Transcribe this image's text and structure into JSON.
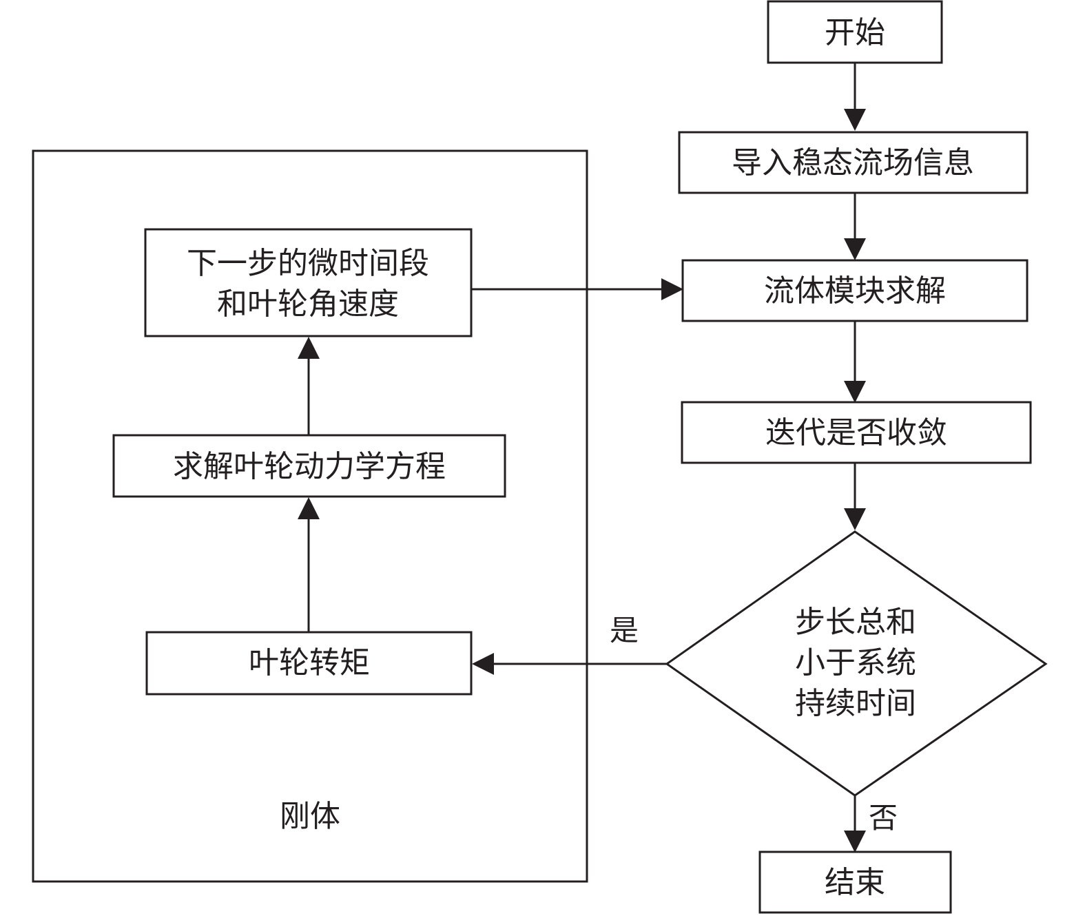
{
  "colors": {
    "stroke": "#231f20",
    "background": "#ffffff"
  },
  "group": {
    "label": "刚体"
  },
  "nodes": {
    "start": {
      "label": "开始",
      "shape": "rect"
    },
    "import": {
      "label": "导入稳态流场信息",
      "shape": "rect"
    },
    "fluid_solve": {
      "label": "流体模块求解",
      "shape": "rect"
    },
    "converge": {
      "label": "迭代是否收敛",
      "shape": "rect"
    },
    "decision": {
      "lines": [
        "步长总和",
        "小于系统",
        "持续时间"
      ],
      "shape": "diamond"
    },
    "end": {
      "label": "结束",
      "shape": "rect"
    },
    "torque": {
      "label": "叶轮转矩",
      "shape": "rect"
    },
    "dynamics": {
      "label": "求解叶轮动力学方程",
      "shape": "rect"
    },
    "next_step": {
      "lines": [
        "下一步的微时间段",
        "和叶轮角速度"
      ],
      "shape": "rect"
    }
  },
  "edges": [
    {
      "from": "start",
      "to": "import",
      "label": ""
    },
    {
      "from": "import",
      "to": "fluid_solve",
      "label": ""
    },
    {
      "from": "fluid_solve",
      "to": "converge",
      "label": ""
    },
    {
      "from": "converge",
      "to": "decision",
      "label": ""
    },
    {
      "from": "decision",
      "to": "torque",
      "label": "是"
    },
    {
      "from": "decision",
      "to": "end",
      "label": "否"
    },
    {
      "from": "torque",
      "to": "dynamics",
      "label": ""
    },
    {
      "from": "dynamics",
      "to": "next_step",
      "label": ""
    },
    {
      "from": "next_step",
      "to": "fluid_solve",
      "label": ""
    }
  ],
  "edge_labels": {
    "yes": "是",
    "no": "否"
  }
}
